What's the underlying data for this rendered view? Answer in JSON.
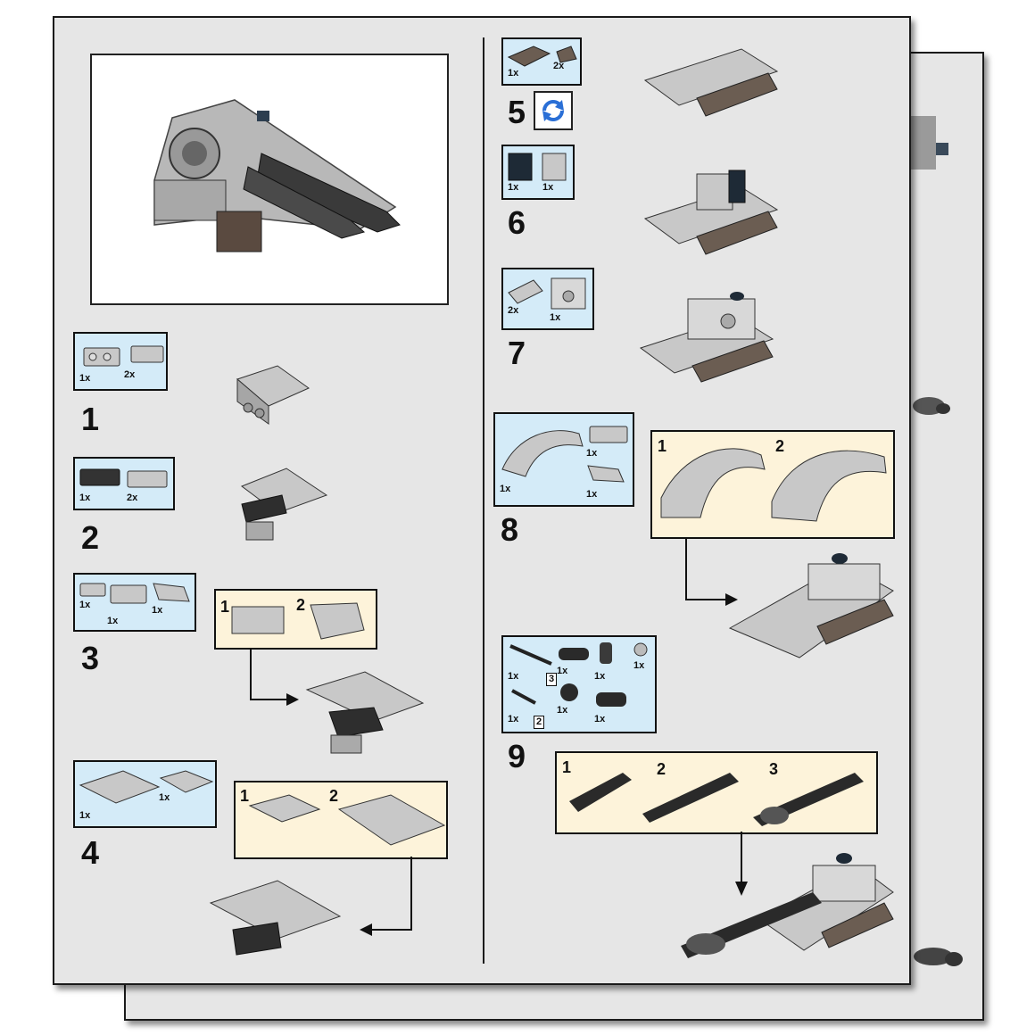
{
  "steps": [
    {
      "number": "1",
      "parts": [
        "1x",
        "2x"
      ]
    },
    {
      "number": "2",
      "parts": [
        "1x",
        "2x"
      ]
    },
    {
      "number": "3",
      "parts": [
        "1x",
        "1x",
        "1x"
      ],
      "sub": [
        "1",
        "2"
      ]
    },
    {
      "number": "4",
      "parts": [
        "1x",
        "1x"
      ],
      "sub": [
        "1",
        "2"
      ]
    },
    {
      "number": "5",
      "parts": [
        "1x",
        "2x"
      ]
    },
    {
      "number": "6",
      "parts": [
        "1x",
        "1x"
      ]
    },
    {
      "number": "7",
      "parts": [
        "2x",
        "1x"
      ]
    },
    {
      "number": "8",
      "parts": [
        "1x",
        "1x",
        "1x"
      ],
      "sub": [
        "1",
        "2"
      ]
    },
    {
      "number": "9",
      "parts": [
        "1x",
        "1x",
        "1x",
        "1x",
        "1x",
        "1x",
        "1x"
      ],
      "boxes": [
        "3",
        "2"
      ],
      "sub": [
        "1",
        "2",
        "3"
      ]
    }
  ],
  "icons": {
    "rotate": "rotate-model-icon"
  },
  "colors": {
    "parts_bg": "#d4ebf8",
    "sub_bg": "#fdf3da",
    "page_bg": "#e6e6e6"
  }
}
